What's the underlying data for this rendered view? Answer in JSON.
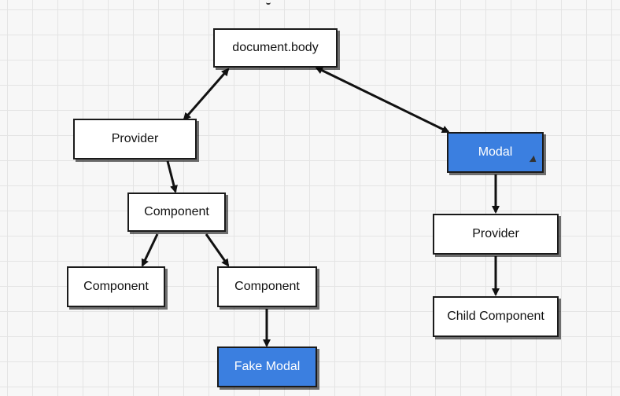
{
  "nodes": {
    "document_body": "document.body",
    "provider_left": "Provider",
    "component_mid": "Component",
    "component_left": "Component",
    "component_right": "Component",
    "fake_modal": "Fake Modal",
    "modal": "Modal",
    "provider_right": "Provider",
    "child_component": "Child Component"
  },
  "colors": {
    "highlight": "#3b7fe0",
    "node_border": "#1a1a1a",
    "arrow": "#111111",
    "grid": "#e4e4e4"
  }
}
